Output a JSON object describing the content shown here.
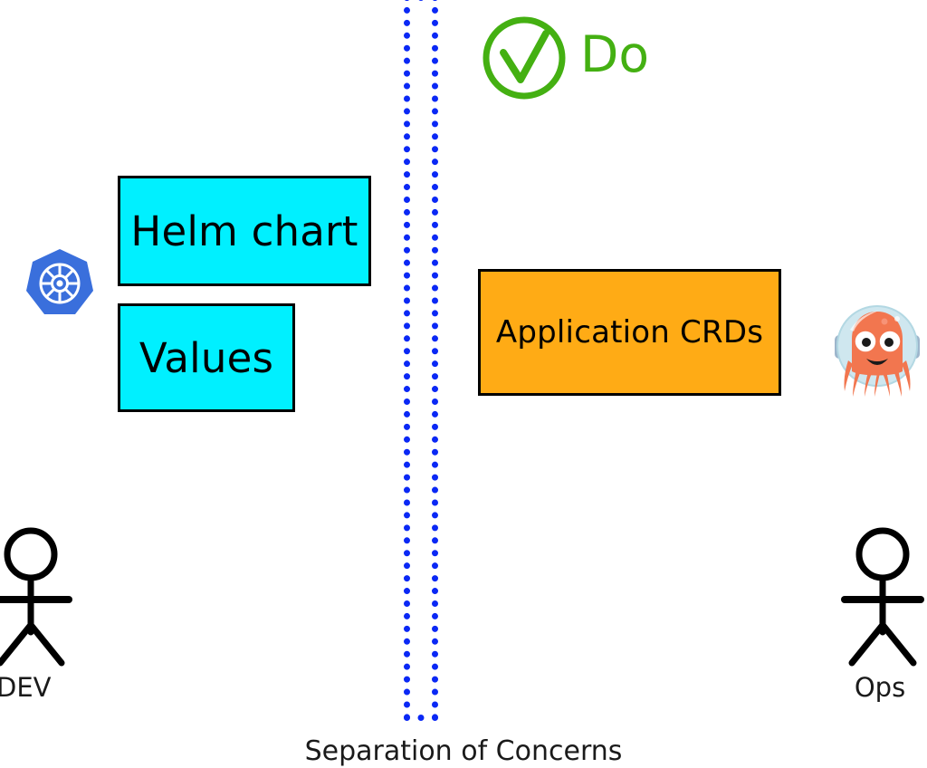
{
  "diagram": {
    "caption": "Separation of Concerns",
    "marker": {
      "label": "Do",
      "icon": "check-circle-icon",
      "color": "#44b012"
    },
    "divider": {
      "name": "separation-divider",
      "style": "dotted",
      "color": "#0a28f5"
    },
    "left_side": {
      "actor": {
        "label": "DEV",
        "icon": "stick-figure-icon"
      },
      "logo": {
        "name": "kubernetes-logo",
        "color": "#3a6fdc"
      },
      "boxes": [
        {
          "label": "Helm chart",
          "fill": "#00f0ff",
          "border": "#000000"
        },
        {
          "label": "Values",
          "fill": "#00f0ff",
          "border": "#000000"
        }
      ]
    },
    "right_side": {
      "actor": {
        "label": "Ops",
        "icon": "stick-figure-icon"
      },
      "logo": {
        "name": "octopus-deploy-logo",
        "color": "#f2764f"
      },
      "boxes": [
        {
          "label": "Application CRDs",
          "fill": "#ffab15",
          "border": "#000000"
        }
      ]
    }
  }
}
